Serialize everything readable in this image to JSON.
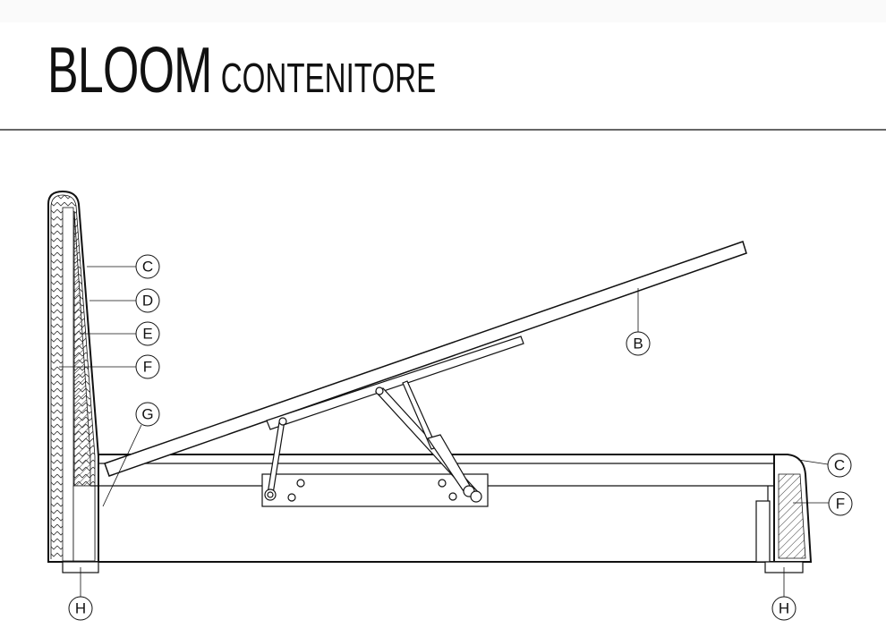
{
  "header": {
    "title": "BLOOM",
    "subtitle": "CONTENITORE"
  },
  "callouts": {
    "headboard": [
      "C",
      "D",
      "E",
      "F",
      "G"
    ],
    "lid": "B",
    "footboard": [
      "C",
      "F"
    ],
    "legs": [
      "H",
      "H"
    ]
  }
}
